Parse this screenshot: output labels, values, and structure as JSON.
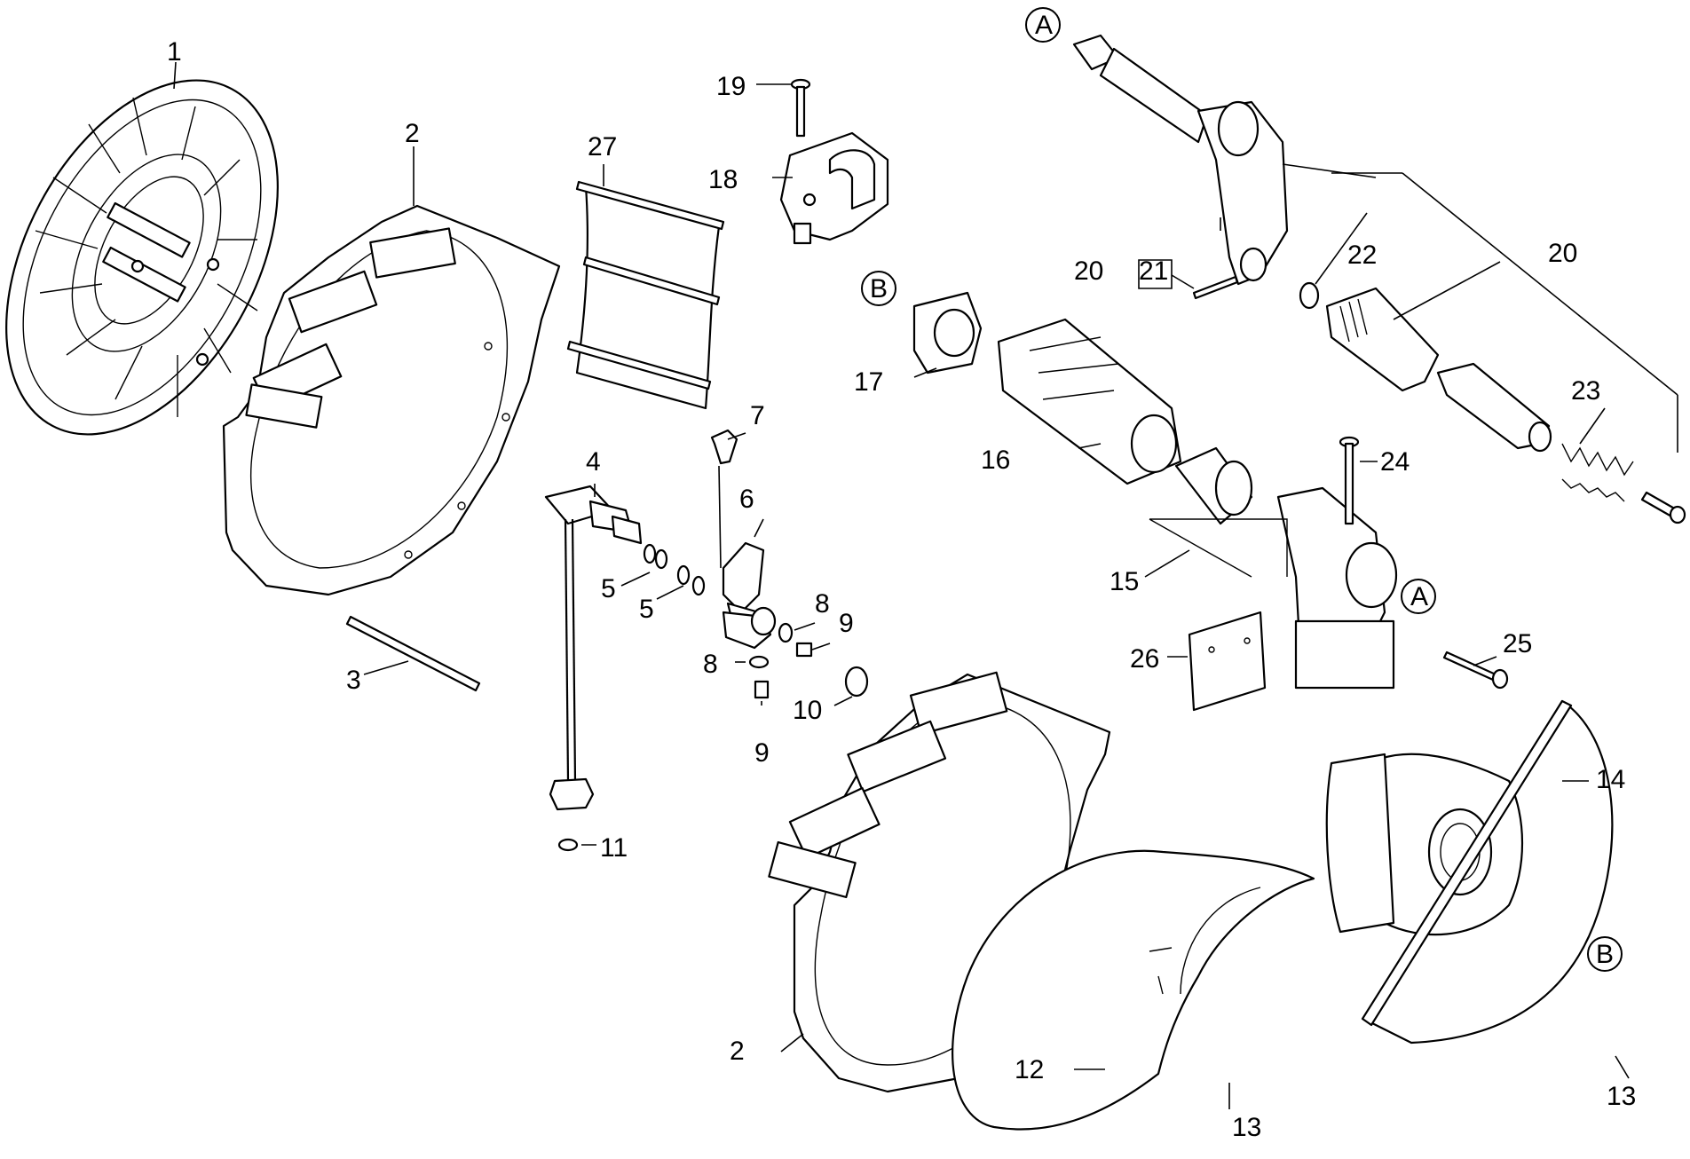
{
  "diagram": {
    "callouts": [
      {
        "id": "c1",
        "text": "1"
      },
      {
        "id": "c2a",
        "text": "2"
      },
      {
        "id": "c2b",
        "text": "2"
      },
      {
        "id": "c3",
        "text": "3"
      },
      {
        "id": "c4",
        "text": "4"
      },
      {
        "id": "c5a",
        "text": "5"
      },
      {
        "id": "c5b",
        "text": "5"
      },
      {
        "id": "c6",
        "text": "6"
      },
      {
        "id": "c7",
        "text": "7"
      },
      {
        "id": "c8a",
        "text": "8"
      },
      {
        "id": "c8b",
        "text": "8"
      },
      {
        "id": "c9a",
        "text": "9"
      },
      {
        "id": "c9b",
        "text": "9"
      },
      {
        "id": "c10",
        "text": "10"
      },
      {
        "id": "c11",
        "text": "11"
      },
      {
        "id": "c12",
        "text": "12"
      },
      {
        "id": "c13a",
        "text": "13"
      },
      {
        "id": "c13b",
        "text": "13"
      },
      {
        "id": "c14",
        "text": "14"
      },
      {
        "id": "c15",
        "text": "15"
      },
      {
        "id": "c16",
        "text": "16"
      },
      {
        "id": "c17",
        "text": "17"
      },
      {
        "id": "c18",
        "text": "18"
      },
      {
        "id": "c19",
        "text": "19"
      },
      {
        "id": "c20a",
        "text": "20"
      },
      {
        "id": "c20b",
        "text": "20"
      },
      {
        "id": "c21",
        "text": "21"
      },
      {
        "id": "c22",
        "text": "22"
      },
      {
        "id": "c23",
        "text": "23"
      },
      {
        "id": "c24",
        "text": "24"
      },
      {
        "id": "c25",
        "text": "25"
      },
      {
        "id": "c26",
        "text": "26"
      },
      {
        "id": "c27",
        "text": "27"
      }
    ],
    "reference_markers": [
      {
        "id": "mA1",
        "text": "A"
      },
      {
        "id": "mA2",
        "text": "A"
      },
      {
        "id": "mB1",
        "text": "B"
      },
      {
        "id": "mB2",
        "text": "B"
      }
    ]
  }
}
